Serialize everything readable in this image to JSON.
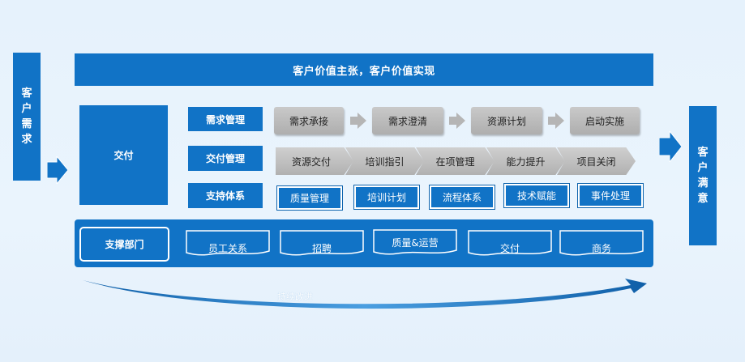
{
  "left_side": {
    "label": "客户需求"
  },
  "right_side": {
    "label": "客户满意"
  },
  "banner": {
    "text": "客户价值主张，客户价值实现"
  },
  "delivery": {
    "label": "交付"
  },
  "rows": {
    "demand": {
      "label": "需求管理",
      "steps": [
        "需求承接",
        "需求澄清",
        "资源计划",
        "启动实施"
      ]
    },
    "delivery_mgmt": {
      "label": "交付管理",
      "steps": [
        "资源交付",
        "培训指引",
        "在项管理",
        "能力提升",
        "项目关闭"
      ]
    },
    "support_system": {
      "label": "支持体系",
      "items": [
        "质量管理",
        "培训计划",
        "流程体系",
        "技术赋能",
        "事件处理"
      ]
    }
  },
  "support_dept": {
    "label": "支撑部门",
    "items": [
      "员工关系",
      "招聘",
      "质量&运营",
      "交付",
      "商务"
    ]
  },
  "footer": {
    "label": "持续改进"
  },
  "colors": {
    "primary": "#1173c6",
    "gray": "#bdbdbd",
    "background": "#e6f2fc"
  }
}
